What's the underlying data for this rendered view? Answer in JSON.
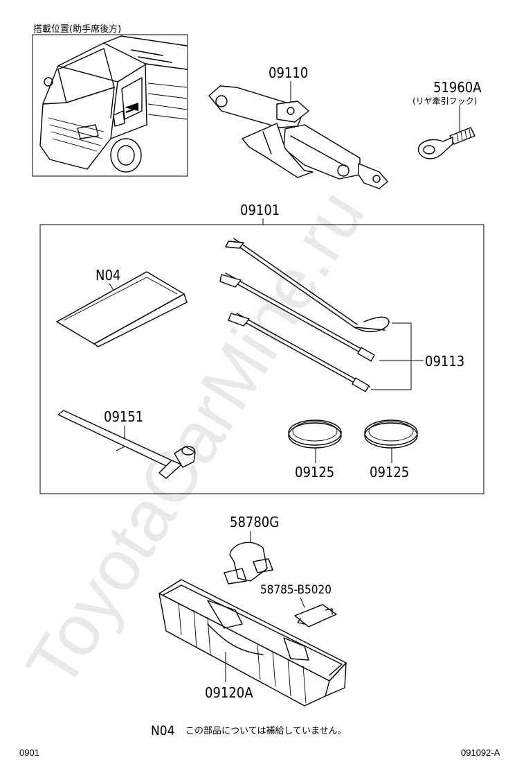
{
  "inset_caption": "搭載位置(助手席後方)",
  "labels": {
    "jack": "09110",
    "tow_hook": "51960A",
    "tow_hook_note": "(リヤ牽引フック)",
    "tool_set": "09101",
    "tool_bag": "N04",
    "jack_handles": "09113",
    "wrench": "09151",
    "band_left": "09125",
    "band_right": "09125",
    "clip": "58780G",
    "plate": "58785-B5020",
    "tool_box": "09120A"
  },
  "note": {
    "code": "N04",
    "text": "この部品については補給していません。"
  },
  "footer": {
    "left": "0901",
    "right": "091092-A"
  },
  "watermark": "ToyotaCarMine.ru"
}
